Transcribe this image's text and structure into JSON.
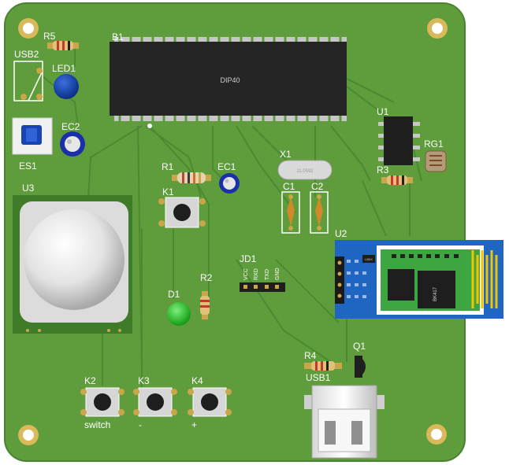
{
  "designators": {
    "r5": "R5",
    "usb2": "USB2",
    "led1": "LED1",
    "ec2": "EC2",
    "es1": "ES1",
    "b1": "B1",
    "chip": "DIP40",
    "u1": "U1",
    "rg1": "RG1",
    "x1": "X1",
    "crystal_marking": "11.0592",
    "r1": "R1",
    "ec1": "EC1",
    "k1": "K1",
    "c1": "C1",
    "c2": "C2",
    "r3": "R3",
    "u3": "U3",
    "u2": "U2",
    "jd1": "JD1",
    "d1": "D1",
    "r2": "R2",
    "r4": "R4",
    "q1": "Q1",
    "usb1": "USB1",
    "k2": "K2",
    "k3": "K3",
    "k4": "K4"
  },
  "silkscreen": {
    "switch": "switch",
    "minus": "-",
    "plus": "+"
  },
  "jd1_pins": [
    "VCC",
    "RXD",
    "TXD",
    "GND"
  ],
  "bt_module": {
    "module_label": "BK417",
    "small_chip": "LB0X"
  },
  "colors": {
    "pcb": "#5e9c3c",
    "pcb_edge": "#4f8a33",
    "trace": "#4b8a32",
    "silk": "#ffffff",
    "chip": "#232323",
    "pad": "#c9a64a",
    "bt_blue": "#1e66c2",
    "led_green": "#1fb31f",
    "led_blue": "#0f3fa0"
  }
}
